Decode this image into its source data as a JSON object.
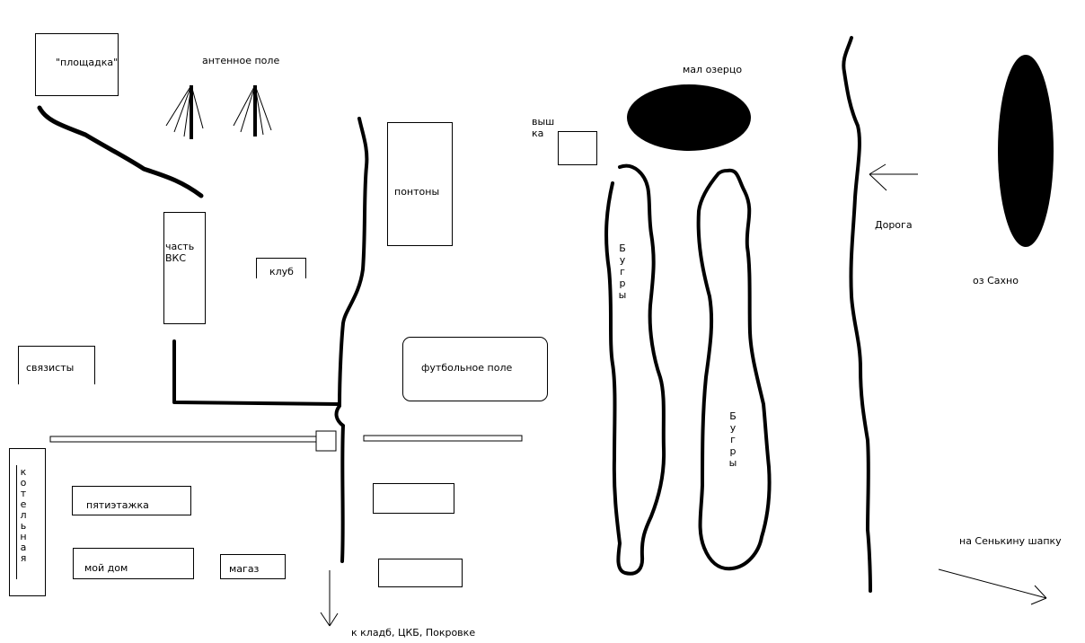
{
  "labels": {
    "ploshchadka": "\"площадка\"",
    "antennoe_pole": "антенное поле",
    "chast_vks": "часть\nВКС",
    "klub": "клуб",
    "svyazisty": "связисты",
    "pontony": "понтоны",
    "futbolnoe_pole": "футбольное поле",
    "kotelnaya": "котельная",
    "pyatietazhka": "пятиэтажка",
    "moy_dom": "мой дом",
    "magaz": "магаз",
    "k_kladb": "к кладб, ЦКБ, Покровке",
    "vyshka": "выш\nка",
    "mal_ozertso": "мал озерцо",
    "bugry_left": "Бугры",
    "bugry_right": "Бугры",
    "doroga": "Дорога",
    "oz_sakhno": "оз Сахно",
    "na_senkinu_shapku": "на Сенькину шапку"
  },
  "colors": {
    "ink": "#000000",
    "background": "#ffffff"
  }
}
